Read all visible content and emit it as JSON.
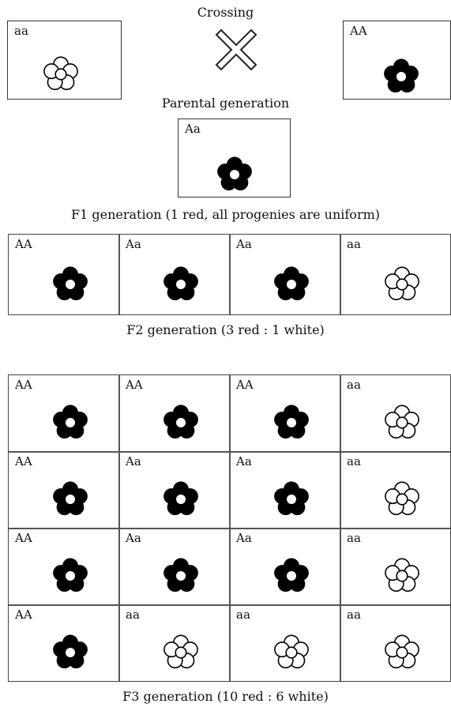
{
  "crossing_label": "Crossing",
  "parents": {
    "left": {
      "genotype": "aa",
      "color": "white"
    },
    "right": {
      "genotype": "AA",
      "color": "red"
    }
  },
  "parental_label": "Parental generation",
  "f1": {
    "genotype": "Aa",
    "color": "red"
  },
  "f1_label": "F1 generation (1 red, all progenies are uniform)",
  "f2": [
    {
      "genotype": "AA",
      "color": "red"
    },
    {
      "genotype": "Aa",
      "color": "red"
    },
    {
      "genotype": "Aa",
      "color": "red"
    },
    {
      "genotype": "aa",
      "color": "white"
    }
  ],
  "f2_label": "F2 generation (3 red : 1 white)",
  "f3": [
    [
      {
        "genotype": "AA",
        "color": "red"
      },
      {
        "genotype": "AA",
        "color": "red"
      },
      {
        "genotype": "AA",
        "color": "red"
      },
      {
        "genotype": "aa",
        "color": "white"
      }
    ],
    [
      {
        "genotype": "AA",
        "color": "red"
      },
      {
        "genotype": "Aa",
        "color": "red"
      },
      {
        "genotype": "Aa",
        "color": "red"
      },
      {
        "genotype": "aa",
        "color": "white"
      }
    ],
    [
      {
        "genotype": "AA",
        "color": "red"
      },
      {
        "genotype": "Aa",
        "color": "red"
      },
      {
        "genotype": "Aa",
        "color": "red"
      },
      {
        "genotype": "aa",
        "color": "white"
      }
    ],
    [
      {
        "genotype": "AA",
        "color": "red"
      },
      {
        "genotype": "aa",
        "color": "white"
      },
      {
        "genotype": "aa",
        "color": "white"
      },
      {
        "genotype": "aa",
        "color": "white"
      }
    ]
  ],
  "f3_label": "F3 generation (10 red : 6 white)",
  "colors": {
    "red_flower_fill": "#000000",
    "white_flower_fill": "#ffffff",
    "stroke": "#000000"
  }
}
